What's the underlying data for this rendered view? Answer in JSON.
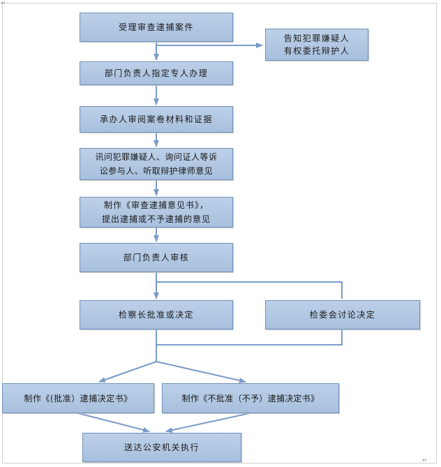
{
  "corner_marks": {
    "top_left": "↵",
    "bottom_right": "↵"
  },
  "colors": {
    "box_fill": "#bcd0e8",
    "box_border": "#6f8fb8",
    "connector": "#7b9bc9"
  },
  "steps": {
    "accept_case": "受理审查逮捕案件",
    "notify_suspect": [
      "告知犯罪嫌疑人",
      "有权委托辩护人"
    ],
    "dept_assign": "部门负责人指定专人办理",
    "review_materials": "承办人审阅案卷材料和证据",
    "interrogate": [
      "讯问犯罪嫌疑人、询问证人等诉",
      "讼参与人、听取辩护律师意见"
    ],
    "draft_opinion": [
      "制作《审查逮捕意见书》，",
      "提出逮捕或不予逮捕的意见"
    ],
    "dept_review": "部门负责人审核",
    "chief_decision": "检察长批准或决定",
    "committee_decision": "检委会讨论决定",
    "approve_doc": "制作《(批准）逮捕决定书》",
    "deny_doc": "制作《不批准（不予）逮捕决定书》",
    "deliver_police": "送达公安机关执行"
  }
}
